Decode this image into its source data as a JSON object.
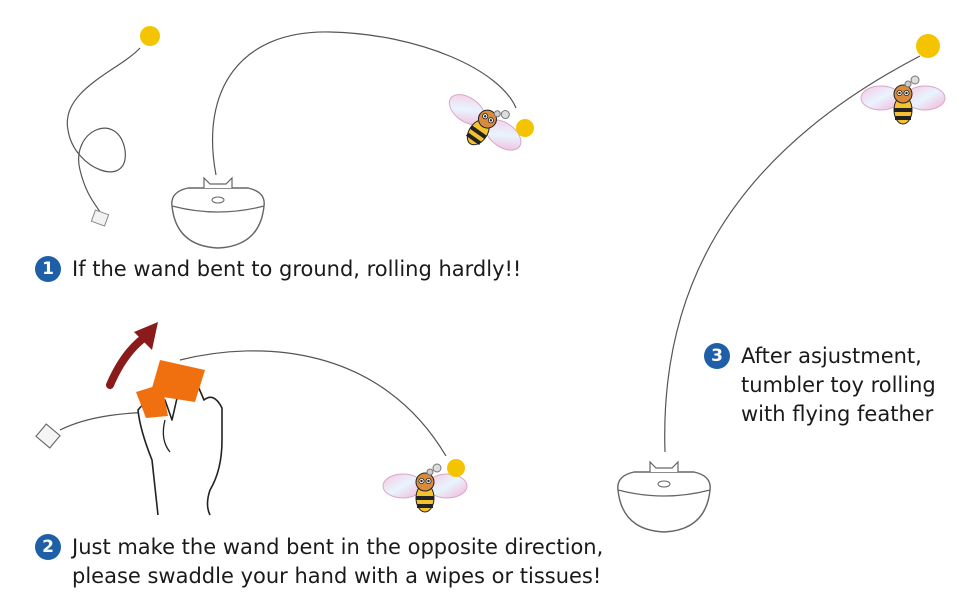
{
  "steps": [
    {
      "number": "1",
      "text": "If the wand bent to ground, rolling hardly!!"
    },
    {
      "number": "2",
      "text": "Just make the wand bent in the opposite direction,\nplease swaddle your hand with a wipes or tissues!"
    },
    {
      "number": "3",
      "text": "After asjustment,\ntumbler toy rolling\nwith flying feather"
    }
  ],
  "colors": {
    "badge": "#1f5fa8",
    "ball": "#f5c400",
    "arrow": "#8b1a1a",
    "tissue": "#f07010",
    "line": "#555555"
  },
  "icons": [
    "yellow-ball-icon",
    "bee-toy-icon",
    "tumbler-base-icon",
    "hand-icon",
    "curved-arrow-icon"
  ]
}
